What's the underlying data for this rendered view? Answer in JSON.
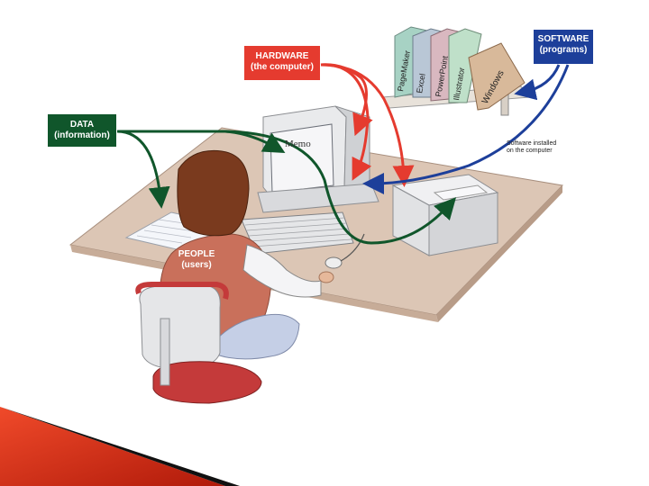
{
  "labels": {
    "hardware": {
      "title": "HARDWARE",
      "subtitle": "(the computer)",
      "color": "#e53b2f"
    },
    "software": {
      "title": "SOFTWARE",
      "subtitle": "(programs)",
      "color": "#1d3f9a"
    },
    "data": {
      "title": "DATA",
      "subtitle": "(information)",
      "color": "#10562b"
    },
    "people": {
      "title": "PEOPLE",
      "subtitle": "(users)"
    }
  },
  "caption": "Software installed on the computer",
  "screen_text": "Memo",
  "books": [
    "PageMaker",
    "Excel",
    "PowerPoint",
    "Illustrator",
    "Windows"
  ],
  "colors": {
    "desk": "#d6bfae",
    "desk_edge": "#b49a88",
    "shirt": "#c9705b",
    "hair": "#7a3a1e",
    "chair": "#c43a3a",
    "accent_red": "#e02010",
    "accent_dark": "#111111"
  }
}
